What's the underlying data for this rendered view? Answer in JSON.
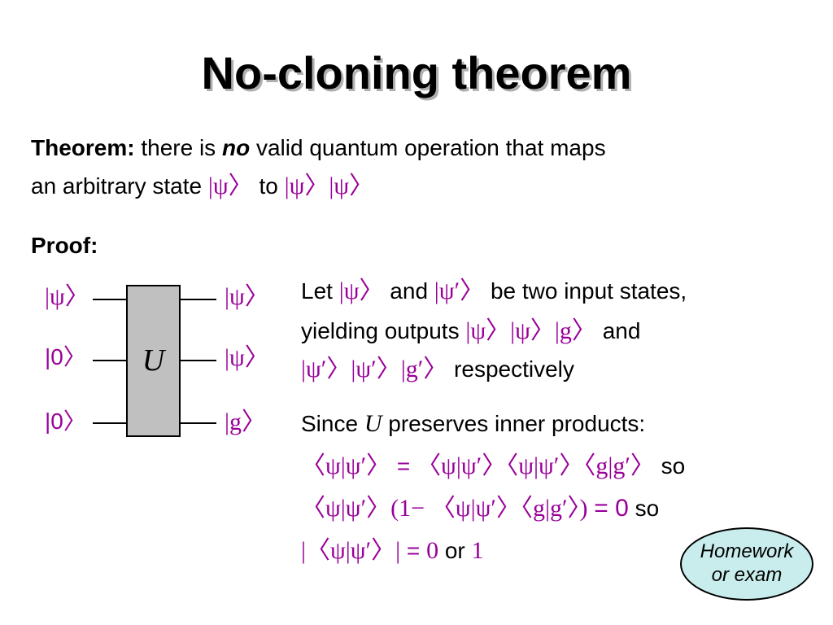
{
  "title": "No-cloning theorem",
  "theorem": {
    "label": "Theorem:",
    "text1": "there is",
    "emph": "no",
    "text2": "valid quantum operation that maps",
    "line2_text": "an arbitrary state",
    "ket_psi": "|ψ〉",
    "to": "to",
    "ket_psipsi": "|ψ〉|ψ〉"
  },
  "proof_label": "Proof:",
  "circuit": {
    "inputs": [
      "|ψ〉",
      "|0〉",
      "|0〉"
    ],
    "outputs": [
      "|ψ〉",
      "|ψ〉",
      "|g〉"
    ],
    "gate_label": "U"
  },
  "proof": {
    "l1_let": "Let",
    "l1_ket1": "|ψ〉",
    "l1_and": "and",
    "l1_ket2": "|ψ′〉",
    "l1_rest": "be two input states,",
    "l2_text": "yielding outputs",
    "l2_ket": "|ψ〉|ψ〉|g〉",
    "l2_and": "and",
    "l3_ket": "|ψ′〉|ψ′〉|g′〉",
    "l3_text": "respectively",
    "l4_since": "Since",
    "l4_u": "U",
    "l4_rest": "preserves inner products:",
    "l5_lhs": "〈ψ|ψ′〉",
    "l5_eq": "=",
    "l5_rhs": "〈ψ|ψ′〉〈ψ|ψ′〉〈g|g′〉",
    "l5_so": "so",
    "l6_a": "〈ψ|ψ′〉(1−",
    "l6_b": "〈ψ|ψ′〉〈g|g′〉)",
    "l6_eq": "= 0",
    "l6_so": "so",
    "l7_abs": "|〈ψ|ψ′〉|",
    "l7_eq": "=",
    "l7_zero": "0",
    "l7_or": "or",
    "l7_one": "1"
  },
  "callout": {
    "line1": "Homework",
    "line2": "or exam",
    "fill": "#c9eded"
  },
  "colors": {
    "math": "#990099",
    "gate_fill": "#c0c0c0"
  }
}
